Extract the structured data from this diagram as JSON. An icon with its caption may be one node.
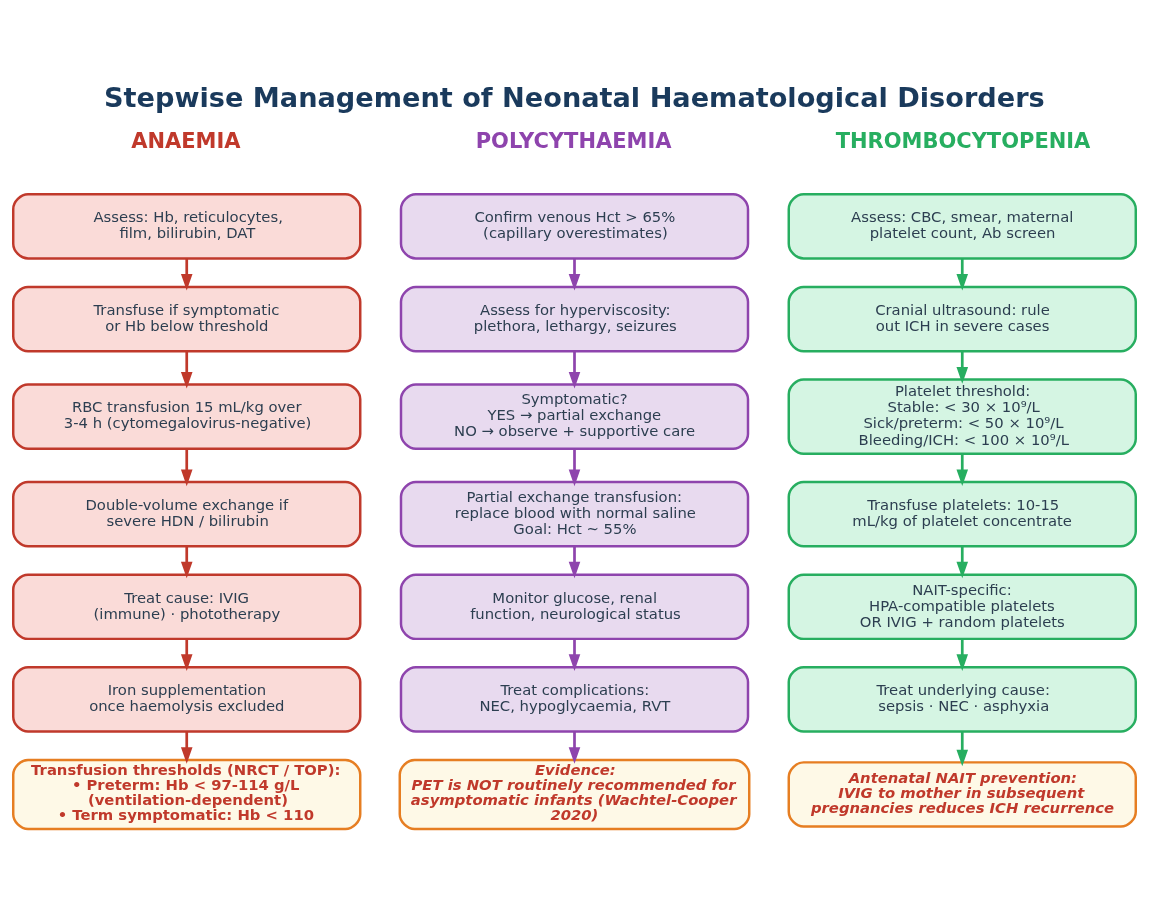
{
  "diagram": {
    "title": "Stepwise Management of Neonatal Haematological Disorders",
    "nodes": [
      {
        "text": [
          "Assess: Hb, reticulocytes, film, bilirubin, DAT"
        ]
      },
      {
        "text": [
          "Transfuse if symptomatic or Hb below threshold"
        ]
      },
      {
        "text": [
          "RBC transfusion 15 mL/kg over 3-4 h (cytomegalovirus-negative)"
        ]
      },
      {
        "text": [
          "Double-volume exchange if severe HDN / bilirubin"
        ]
      },
      {
        "text": [
          "Treat cause: IVIG (immune) · phototherapy"
        ]
      },
      {
        "text": [
          "Iron supplementation once haemolysis excluded"
        ]
      },
      {
        "text": [
          "Transfusion thresholds (NRCT / TOP):",
          "• Preterm: Hb < 97-114 g/L (ventilation-dependent)",
          "• Term symptomatic: Hb < 110"
        ]
      },
      {
        "text": [
          "Confirm venous Hct > 65% (capillary overestimates)"
        ]
      },
      {
        "text": [
          "Assess for hyperviscosity: plethora, lethargy, seizures"
        ]
      },
      {
        "text": [
          "Symptomatic?",
          "YES → partial exchange",
          "NO → observe + supportive care"
        ]
      },
      {
        "text": [
          "Partial exchange transfusion: replace blood with normal saline",
          "Goal: Hct ~ 55%"
        ]
      },
      {
        "text": [
          "Monitor glucose, renal function, neurological status"
        ]
      },
      {
        "text": [
          "Treat complications: NEC, hypoglycaemia, RVT"
        ]
      },
      {
        "text": [
          "Evidence:",
          "PET is NOT routinely recommended for asymptomatic infants (Wachtel-Cooper 2020)"
        ]
      },
      {
        "text": [
          "Assess: CBC, smear, maternal platelet count, Ab screen"
        ]
      },
      {
        "text": [
          "Cranial ultrasound: rule out ICH in severe cases"
        ]
      },
      {
        "text": [
          "Platelet threshold:",
          "Stable: < 30 × 10⁹/L",
          "Sick/preterm: < 50 × 10⁹/L",
          "Bleeding/ICH: < 100 × 10⁹/L"
        ]
      },
      {
        "text": [
          "Transfuse platelets: 10-15 mL/kg of platelet concentrate"
        ]
      },
      {
        "text": [
          "NAIT-specific:",
          "HPA-compatible platelets OR IVIG + random platelets"
        ]
      },
      {
        "text": [
          "Treat underlying cause: sepsis · NEC · asphyxia"
        ]
      },
      {
        "text": [
          "Antenatal NAIT prevention:",
          "IVIG to mother in subsequent pregnancies reduces ICH recurrence"
        ]
      }
    ],
    "edges": [
      {
        "from": 0,
        "to": 1,
        "arrow": "to",
        "color": "#c0392b"
      },
      {
        "from": 1,
        "to": 2,
        "arrow": "to",
        "color": "#c0392b"
      },
      {
        "from": 2,
        "to": 3,
        "arrow": "to",
        "color": "#c0392b"
      },
      {
        "from": 3,
        "to": 4,
        "arrow": "to",
        "color": "#c0392b"
      },
      {
        "from": 4,
        "to": 5,
        "arrow": "to",
        "color": "#c0392b"
      },
      {
        "from": 5,
        "to": 6,
        "arrow": "to",
        "color": "#c0392b"
      },
      {
        "from": 7,
        "to": 8,
        "arrow": "to",
        "color": "#8e44ad"
      },
      {
        "from": 8,
        "to": 9,
        "arrow": "to",
        "color": "#8e44ad"
      },
      {
        "from": 9,
        "to": 10,
        "arrow": "to",
        "color": "#8e44ad"
      },
      {
        "from": 10,
        "to": 11,
        "arrow": "to",
        "color": "#8e44ad"
      },
      {
        "from": 11,
        "to": 12,
        "arrow": "to",
        "color": "#8e44ad"
      },
      {
        "from": 12,
        "to": 13,
        "arrow": "to",
        "color": "#8e44ad"
      },
      {
        "from": 14,
        "to": 15,
        "arrow": "to",
        "color": "#27ae60"
      },
      {
        "from": 15,
        "to": 16,
        "arrow": "to",
        "color": "#27ae60"
      },
      {
        "from": 16,
        "to": 17,
        "arrow": "to",
        "color": "#27ae60"
      },
      {
        "from": 17,
        "to": 18,
        "arrow": "to",
        "color": "#27ae60"
      },
      {
        "from": 18,
        "to": 19,
        "arrow": "to",
        "color": "#27ae60"
      },
      {
        "from": 19,
        "to": 20,
        "arrow": "to",
        "color": "#27ae60"
      }
    ],
    "labels": [
      "ANAEMIA",
      "POLYCYTHAEMIA",
      "THROMBOCYTOPENIA"
    ]
  }
}
